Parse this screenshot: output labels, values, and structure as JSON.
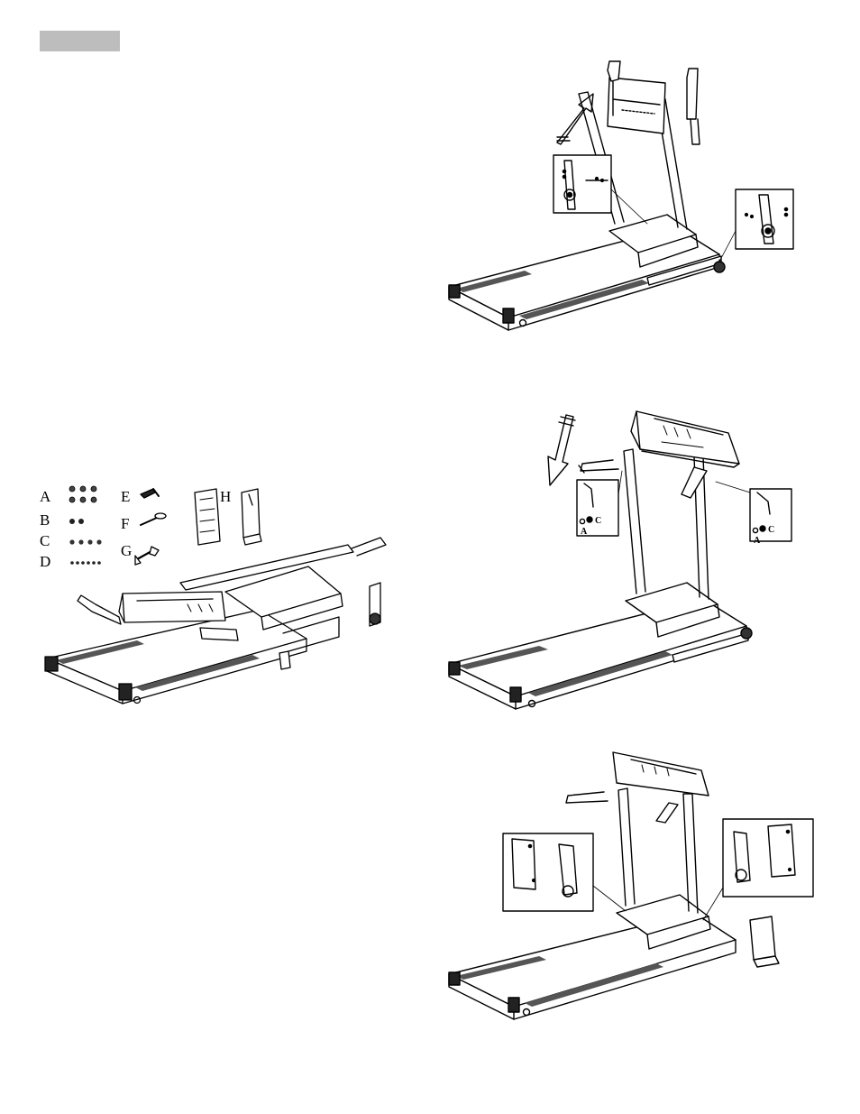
{
  "header": {
    "tab_color": "#bdbdbd"
  },
  "parts": [
    {
      "letter": "A",
      "icon": "bolt-set-icon"
    },
    {
      "letter": "B",
      "icon": "nut-pair-icon"
    },
    {
      "letter": "C",
      "icon": "washer-set-icon"
    },
    {
      "letter": "D",
      "icon": "small-screw-row-icon"
    },
    {
      "letter": "E",
      "icon": "allen-key-icon"
    },
    {
      "letter": "F",
      "icon": "screwdriver-icon"
    },
    {
      "letter": "G",
      "icon": "wrench-icon"
    },
    {
      "letter": "H",
      "icon": "base-cover-pair-icon"
    }
  ],
  "callouts": {
    "lower_left": [
      "A",
      "C"
    ],
    "lower_right": [
      "A",
      "C"
    ]
  }
}
